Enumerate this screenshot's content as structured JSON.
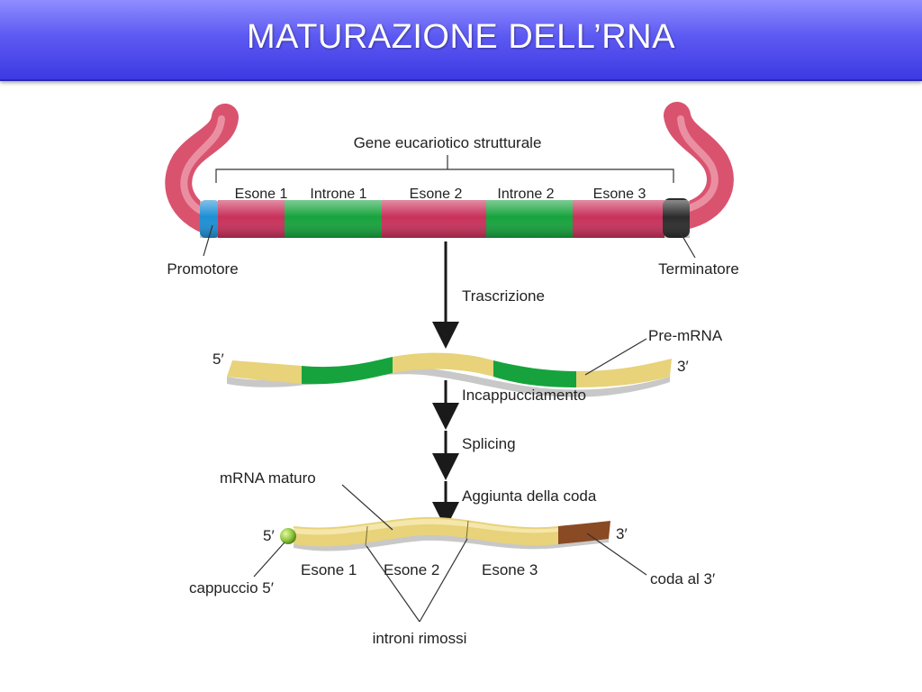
{
  "slide": {
    "title": "MATURAZIONE DELL’RNA"
  },
  "gene": {
    "label": "Gene eucariotico strutturale",
    "segments": [
      "Esone 1",
      "Introne 1",
      "Esone 2",
      "Introne 2",
      "Esone 3"
    ],
    "promoter": "Promotore",
    "terminator": "Terminatore"
  },
  "steps": {
    "transcription": "Trascrizione",
    "capping": "Incappucciamento",
    "splicing": "Splicing",
    "tailing": "Aggiunta della coda"
  },
  "pre_mrna": {
    "label": "Pre-mRNA",
    "five_prime": "5′",
    "three_prime": "3′"
  },
  "mature_mrna": {
    "label": "mRNA maturo",
    "five_prime": "5′",
    "three_prime": "3′",
    "cap": "cappuccio 5′",
    "tail": "coda al 3′",
    "exons": [
      "Esone 1",
      "Esone 2",
      "Esone 3"
    ],
    "introns_removed": "introni rimossi"
  },
  "colors": {
    "dna_pink": "#d9536f",
    "exon_red": "#c9305a",
    "intron_green": "#16a33d",
    "promoter_blue": "#1d8fd4",
    "terminator_black": "#2b2b2b",
    "rna_yellow": "#e8d27a",
    "tail_brown": "#8a4a24",
    "cap_green": "#8cc63f"
  }
}
